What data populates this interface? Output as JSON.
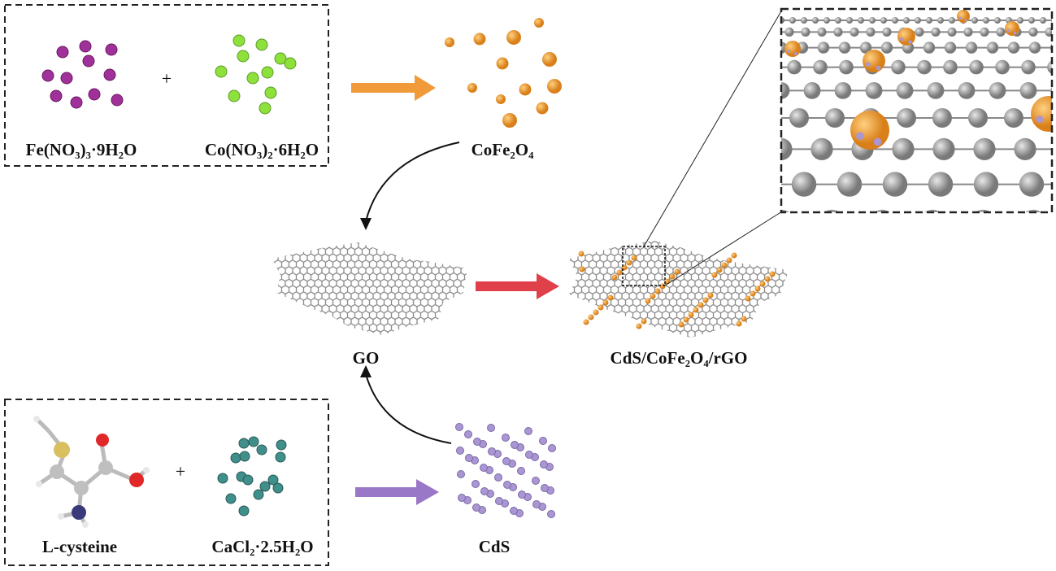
{
  "precursors_top": {
    "left_label": "Fe(NO₃)₃·9H₂O",
    "right_label": "Co(NO₃)₂·6H₂O",
    "plus": "+"
  },
  "precursors_bottom": {
    "left_label": "L-cysteine",
    "right_label": "CaCl₂·2.5H₂O",
    "plus": "+"
  },
  "products": {
    "ferrite": "CoFe₂O₄",
    "go": "GO",
    "cds": "CdS",
    "composite": "CdS/CoFe₂O₄/rGO"
  },
  "colors": {
    "fe": "#a0309a",
    "co": "#8ee03a",
    "ca": "#3f8f8a",
    "ferrite": "#f0a030",
    "cds": "#a996d2",
    "sheet": "#8a8a8a",
    "arrow_orange": "#f09a3a",
    "arrow_red": "#e0404a",
    "arrow_purple": "#9a78c8"
  }
}
